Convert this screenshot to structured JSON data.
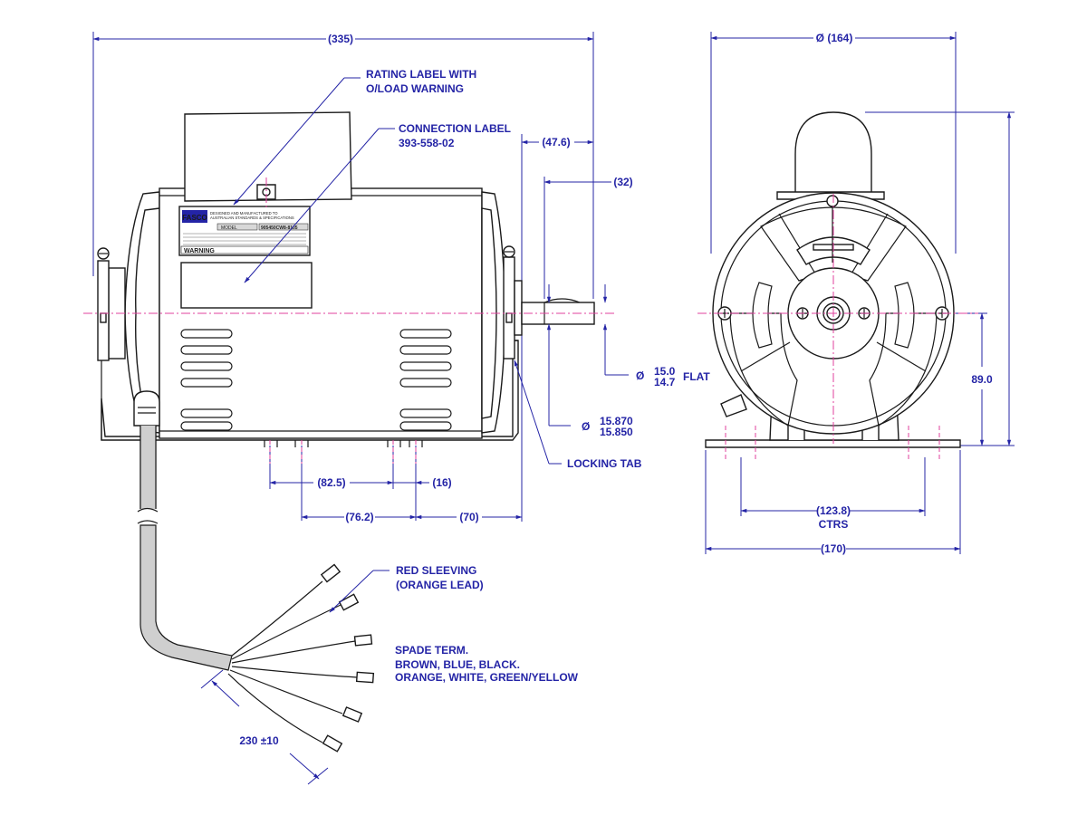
{
  "dimensions": {
    "overall_length": "(335)",
    "diameter_164": "Ø (164)",
    "shaft_extension": "(47.6)",
    "flat_length": "(32)",
    "flat_symbol": "Ø",
    "flat_dia_upper": "15.0",
    "flat_dia_lower": "14.7",
    "flat_word": "FLAT",
    "shaft_symbol": "Ø",
    "shaft_dia_upper": "15.870",
    "shaft_dia_lower": "15.850",
    "dim_82_5": "(82.5)",
    "dim_16": "(16)",
    "dim_76_2": "(76.2)",
    "dim_70": "(70)",
    "shaft_height": "89.0",
    "ctrs_value": "(123.8)",
    "ctrs_word": "CTRS",
    "base_width": "(170)",
    "lead_length": "230 ±10"
  },
  "notes": {
    "rating_label_1": "RATING LABEL WITH",
    "rating_label_2": "O/LOAD WARNING",
    "connection_label_1": "CONNECTION LABEL",
    "connection_label_2": "393-558-02",
    "locking_tab": "LOCKING TAB",
    "red_sleeving_1": "RED SLEEVING",
    "red_sleeving_2": "(ORANGE LEAD)",
    "spade_1": "SPADE TERM.",
    "spade_2": "BROWN, BLUE, BLACK.",
    "spade_3": "ORANGE, WHITE, GREEN/YELLOW"
  },
  "label_plate": {
    "brand": "FASCO",
    "line1": "DESIGNED AND MANUFACTURED TO",
    "line2": "AUSTRALIAN STANDARDS & SPECIFICATIONS",
    "model_word": "MODEL",
    "model_no": "905450CW8-8105",
    "warning": "WARNING"
  },
  "colors": {
    "dimension": "#2424a6",
    "outline": "#1a1a1a",
    "centerline": "#e0409e",
    "cable": "#cfcfcf"
  }
}
